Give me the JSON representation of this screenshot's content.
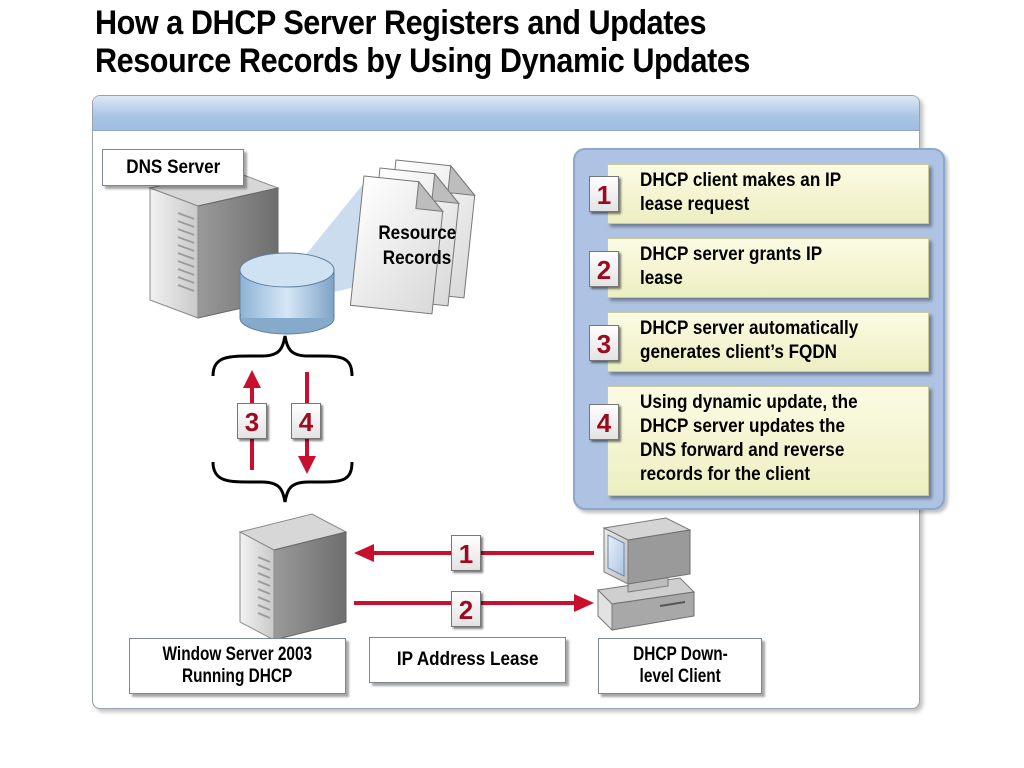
{
  "title": {
    "line1": "How a DHCP Server Registers and Updates",
    "line2": "Resource Records by Using Dynamic Updates"
  },
  "labels": {
    "dns_server": "DNS Server",
    "resource_line1": "Resource",
    "resource_line2": "Records",
    "dhcp_server_line1": "Window Server 2003",
    "dhcp_server_line2": "Running DHCP",
    "ip_lease": "IP Address Lease",
    "client_line1": "DHCP Down-",
    "client_line2": "level Client"
  },
  "badges": {
    "update_up": "3",
    "update_down": "4",
    "lease_request": "1",
    "lease_grant": "2"
  },
  "steps": [
    {
      "num": "1",
      "line1": "DHCP client makes an IP",
      "line2": "lease request"
    },
    {
      "num": "2",
      "line1": "DHCP server grants IP",
      "line2": "lease"
    },
    {
      "num": "3",
      "line1": "DHCP server automatically",
      "line2": "generates client’s FQDN"
    },
    {
      "num": "4",
      "line1": "Using dynamic update, the",
      "line2": "DHCP server updates the",
      "line3": "DNS forward and reverse",
      "line4": "records for the client"
    }
  ],
  "colors": {
    "arrow": "#c8102e",
    "badge_text": "#9b0a1e",
    "steps_panel": "#aec3e3",
    "step_box": "#f5f5d2"
  }
}
